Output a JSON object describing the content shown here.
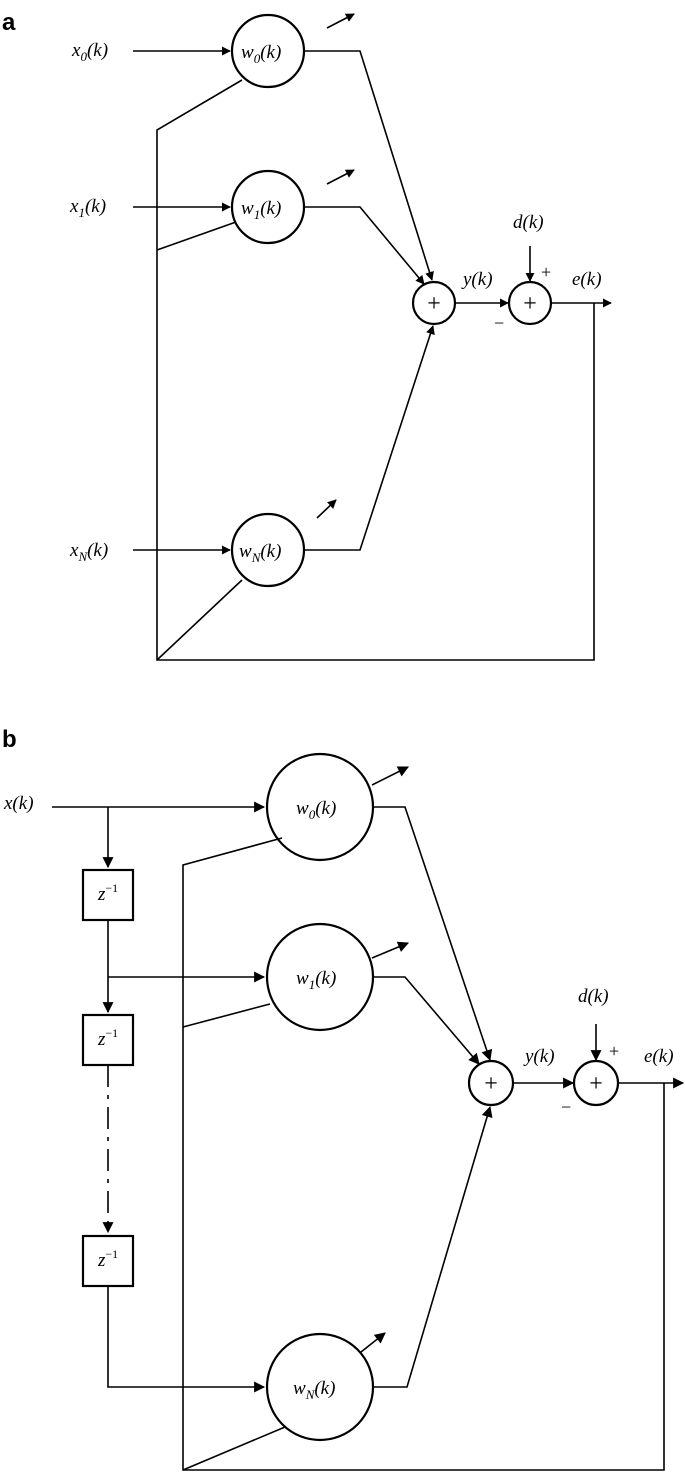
{
  "panel_a": {
    "label": "a",
    "inputs": [
      {
        "base": "x",
        "sub": "0",
        "arg": "(k)"
      },
      {
        "base": "x",
        "sub": "1",
        "arg": "(k)"
      },
      {
        "base": "x",
        "sub": "N",
        "arg": "(k)"
      }
    ],
    "weights": [
      {
        "base": "w",
        "sub": "0",
        "arg": "(k)"
      },
      {
        "base": "w",
        "sub": "1",
        "arg": "(k)"
      },
      {
        "base": "w",
        "sub": "N",
        "arg": "(k)"
      }
    ],
    "desired": "d(k)",
    "output": "y(k)",
    "error": "e(k)",
    "plus_sign": "+",
    "minus_sign": "−",
    "sum_symbol": "+"
  },
  "panel_b": {
    "label": "b",
    "input": "x(k)",
    "delay": {
      "base": "z",
      "exp": "−1"
    },
    "weights": [
      {
        "base": "w",
        "sub": "0",
        "arg": "(k)"
      },
      {
        "base": "w",
        "sub": "1",
        "arg": "(k)"
      },
      {
        "base": "w",
        "sub": "N",
        "arg": "(k)"
      }
    ],
    "desired": "d(k)",
    "output": "y(k)",
    "error": "e(k)",
    "plus_sign": "+",
    "minus_sign": "−",
    "sum_symbol": "+"
  }
}
